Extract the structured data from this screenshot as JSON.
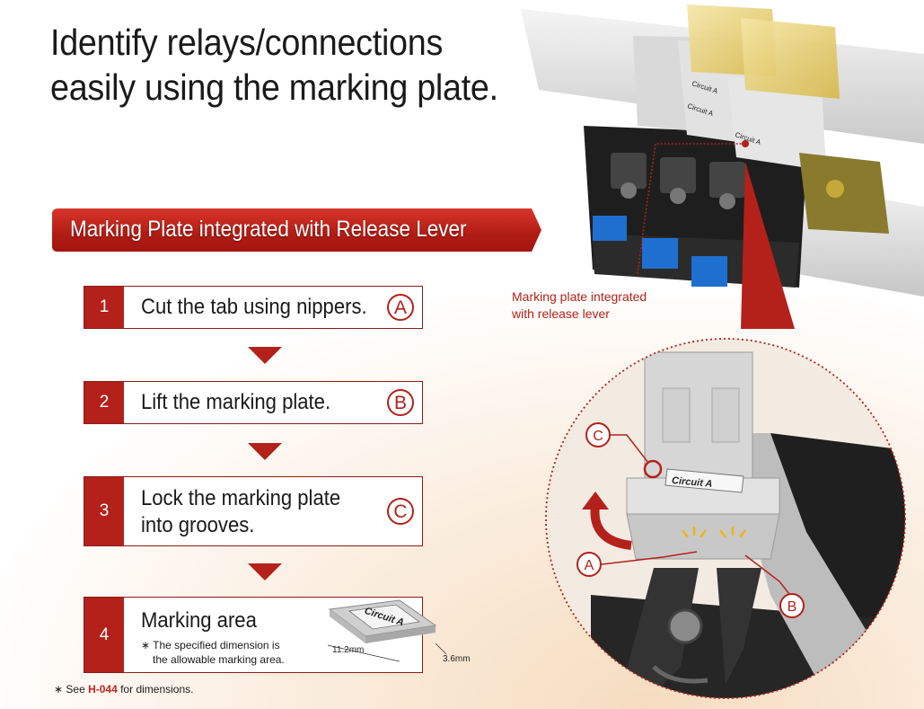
{
  "title": {
    "line1": "Identify relays/connections",
    "line2": "easily using the marking plate."
  },
  "banner": {
    "text": "Marking Plate integrated with Release Lever"
  },
  "steps": [
    {
      "num": "1",
      "text": "Cut the tab using nippers.",
      "letter": "A"
    },
    {
      "num": "2",
      "text": "Lift the marking plate.",
      "letter": "B"
    },
    {
      "num": "3",
      "text_line1": "Lock the marking plate",
      "text_line2": "into grooves.",
      "letter": "C"
    },
    {
      "num": "4",
      "text": "Marking area",
      "note_line1": "∗ The specified dimension is",
      "note_line2": "the allowable marking area.",
      "plate_label": "Circuit A",
      "width_dim": "11.2mm",
      "height_dim": "3.6mm"
    }
  ],
  "callout": {
    "line1": "Marking plate integrated",
    "line2": "with release lever"
  },
  "detail": {
    "labels": [
      "A",
      "B",
      "C"
    ],
    "plate_label": "Circuit A"
  },
  "photo": {
    "plate_labels": [
      "Circuit A",
      "Circuit A",
      "Circuit A"
    ]
  },
  "footnote": {
    "prefix": "∗ See ",
    "ref": "H-044",
    "suffix": " for dimensions."
  },
  "colors": {
    "accent": "#b3211a",
    "banner": "#c8231a"
  }
}
